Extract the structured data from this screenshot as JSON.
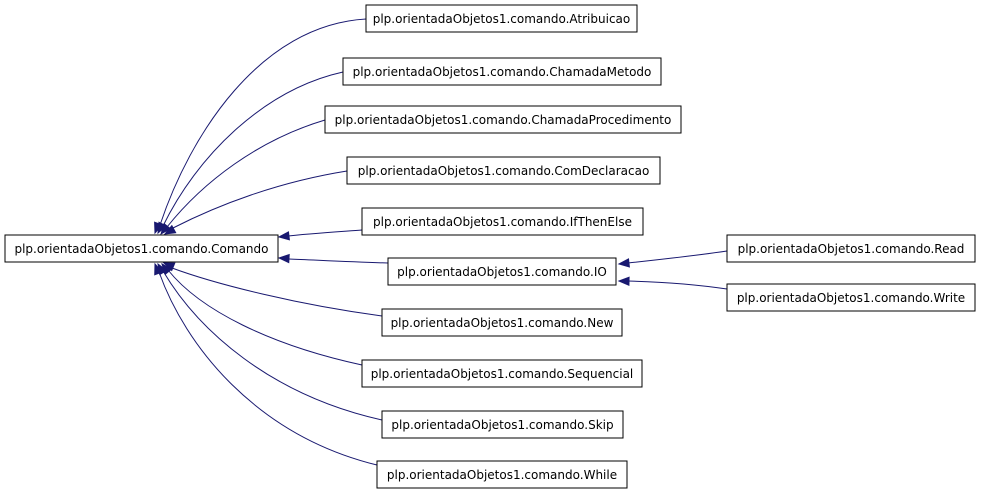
{
  "colors": {
    "edge": "#191970",
    "box_border": "#000000",
    "background": "#ffffff"
  },
  "nodes": {
    "comando": "plp.orientadaObjetos1.comando.Comando",
    "atribuicao": "plp.orientadaObjetos1.comando.Atribuicao",
    "chamada_metodo": "plp.orientadaObjetos1.comando.ChamadaMetodo",
    "chamada_procedimento": "plp.orientadaObjetos1.comando.ChamadaProcedimento",
    "com_declaracao": "plp.orientadaObjetos1.comando.ComDeclaracao",
    "if_then_else": "plp.orientadaObjetos1.comando.IfThenElse",
    "io": "plp.orientadaObjetos1.comando.IO",
    "new": "plp.orientadaObjetos1.comando.New",
    "sequencial": "plp.orientadaObjetos1.comando.Sequencial",
    "skip": "plp.orientadaObjetos1.comando.Skip",
    "while": "plp.orientadaObjetos1.comando.While",
    "read": "plp.orientadaObjetos1.comando.Read",
    "write": "plp.orientadaObjetos1.comando.Write"
  },
  "edges": [
    {
      "from": "atribuicao",
      "to": "comando"
    },
    {
      "from": "chamada_metodo",
      "to": "comando"
    },
    {
      "from": "chamada_procedimento",
      "to": "comando"
    },
    {
      "from": "com_declaracao",
      "to": "comando"
    },
    {
      "from": "if_then_else",
      "to": "comando"
    },
    {
      "from": "io",
      "to": "comando"
    },
    {
      "from": "new",
      "to": "comando"
    },
    {
      "from": "sequencial",
      "to": "comando"
    },
    {
      "from": "skip",
      "to": "comando"
    },
    {
      "from": "while",
      "to": "comando"
    },
    {
      "from": "read",
      "to": "io"
    },
    {
      "from": "write",
      "to": "io"
    }
  ]
}
